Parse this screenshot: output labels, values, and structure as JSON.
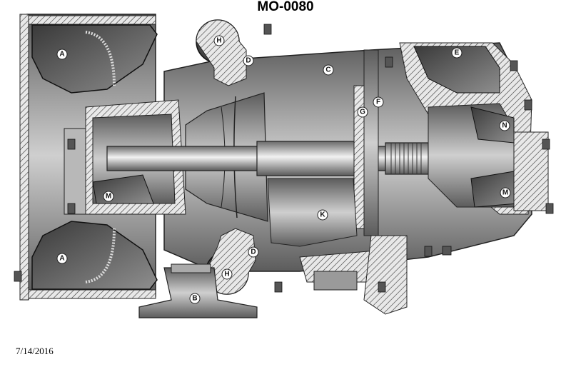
{
  "title": "MO-0080",
  "date": "7/14/2016",
  "callouts": [
    "A",
    "A",
    "B",
    "C",
    "D",
    "D",
    "E",
    "F",
    "G",
    "H",
    "H",
    "K",
    "M",
    "M",
    "N"
  ]
}
